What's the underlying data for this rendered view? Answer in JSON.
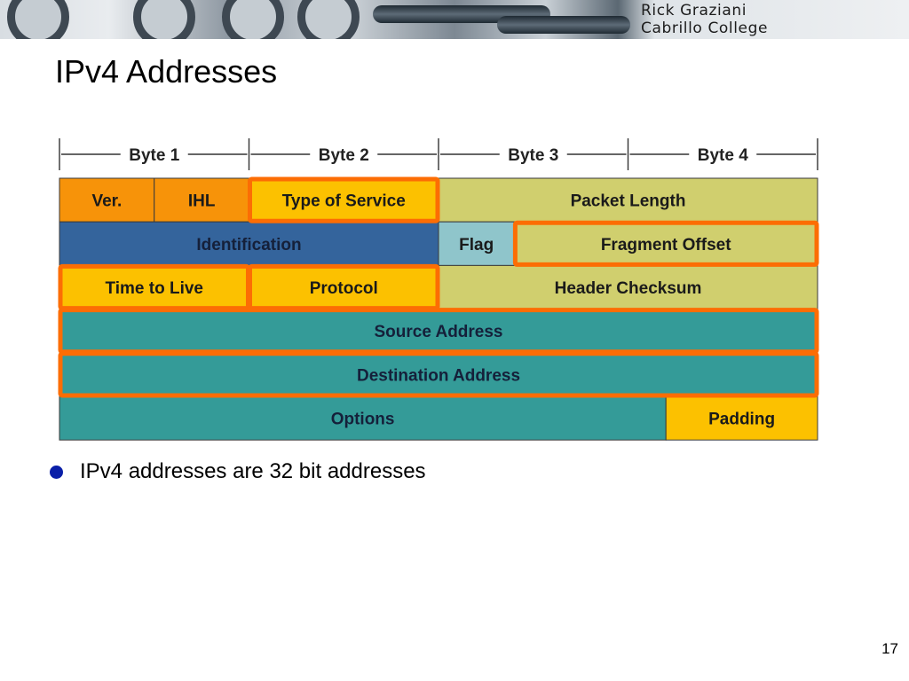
{
  "banner": {
    "author_name": "Rick Graziani",
    "institution": "Cabrillo College"
  },
  "slide": {
    "title": "IPv4 Addresses",
    "bullets": [
      "IPv4 addresses are 32 bit addresses"
    ],
    "page_number": "17"
  },
  "diagram": {
    "byte_labels": [
      "Byte 1",
      "Byte 2",
      "Byte 3",
      "Byte 4"
    ],
    "colors": {
      "orange": "#f79309",
      "yellow": "#fcc100",
      "olive": "#d0cf6e",
      "blue": "#34649c",
      "light_blue": "#8fc5cb",
      "teal": "#349b98",
      "highlight": "#fc6d04"
    },
    "rows": [
      [
        {
          "label": "Ver.",
          "bytes": 0.5,
          "color": "orange"
        },
        {
          "label": "IHL",
          "bytes": 0.5,
          "color": "orange"
        },
        {
          "label": "Type of Service",
          "bytes": 1,
          "color": "yellow",
          "highlighted": true
        },
        {
          "label": "Packet Length",
          "bytes": 2,
          "color": "olive"
        }
      ],
      [
        {
          "label": "Identification",
          "bytes": 2,
          "color": "blue"
        },
        {
          "label": "Flag",
          "bytes": 0.4,
          "color": "light_blue"
        },
        {
          "label": "Fragment Offset",
          "bytes": 1.6,
          "color": "olive",
          "highlighted": true
        }
      ],
      [
        {
          "label": "Time to Live",
          "bytes": 1,
          "color": "yellow",
          "highlighted": true
        },
        {
          "label": "Protocol",
          "bytes": 1,
          "color": "yellow",
          "highlighted": true
        },
        {
          "label": "Header Checksum",
          "bytes": 2,
          "color": "olive"
        }
      ],
      [
        {
          "label": "Source Address",
          "bytes": 4,
          "color": "teal",
          "highlighted": true
        }
      ],
      [
        {
          "label": "Destination Address",
          "bytes": 4,
          "color": "teal",
          "highlighted": true
        }
      ],
      [
        {
          "label": "Options",
          "bytes": 3.2,
          "color": "teal"
        },
        {
          "label": "Padding",
          "bytes": 0.8,
          "color": "yellow"
        }
      ]
    ]
  }
}
